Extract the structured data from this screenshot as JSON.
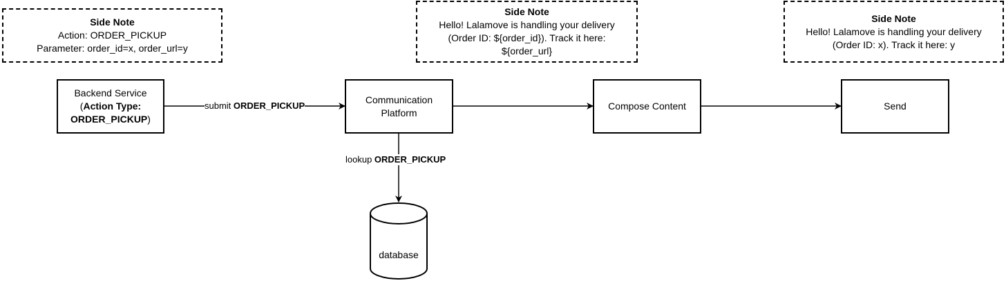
{
  "notes": [
    {
      "title": "Side Note",
      "lines": [
        "Action: ORDER_PICKUP",
        "Parameter: order_id=x, order_url=y"
      ]
    },
    {
      "title": "Side Note",
      "lines": [
        "Hello! Lalamove is handling your delivery",
        "(Order ID: ${order_id}). Track it here:",
        "${order_url}"
      ]
    },
    {
      "title": "Side Note",
      "lines": [
        "Hello! Lalamove is handling your delivery",
        "(Order ID: x). Track it here: y"
      ]
    }
  ],
  "nodes": {
    "backend": {
      "line1": "Backend Service",
      "line2_prefix": "(",
      "line2_bold": "Action Type:",
      "line3_bold": "ORDER_PICKUP",
      "line3_suffix": ")"
    },
    "platform": {
      "line1": "Communication",
      "line2": "Platform"
    },
    "compose": {
      "label": "Compose Content"
    },
    "send": {
      "label": "Send"
    },
    "database": {
      "label": "database"
    }
  },
  "edges": {
    "submit": {
      "prefix": "submit ",
      "bold": "ORDER_PICKUP"
    },
    "lookup": {
      "prefix": "lookup ",
      "bold": "ORDER_PICKUP"
    }
  }
}
